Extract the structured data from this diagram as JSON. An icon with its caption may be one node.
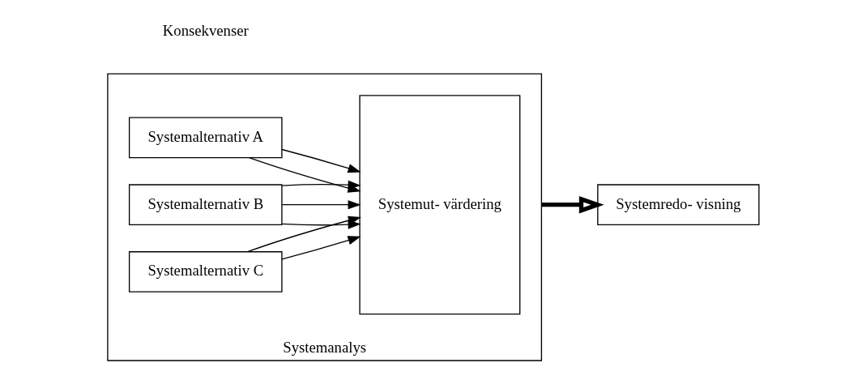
{
  "diagram": {
    "nodes": [
      {
        "text": [
          "Systemanalys"
        ]
      },
      {
        "text": [
          "Systemalternativ A"
        ],
        "in": 0
      },
      {
        "text": [
          "Systemalternativ B"
        ],
        "in": 0
      },
      {
        "text": [
          "Systemalternativ C"
        ],
        "in": 0
      },
      {
        "text": [
          "Systemut- värdering"
        ],
        "in": 0
      },
      {
        "text": [
          "Systemredo- visning"
        ]
      }
    ],
    "edges": [
      {
        "from": 1,
        "to": 4,
        "arrow": "to"
      },
      {
        "from": 1,
        "to": 4,
        "arrow": "to"
      },
      {
        "from": 2,
        "to": 4,
        "arrow": "to"
      },
      {
        "from": 2,
        "to": 4,
        "arrow": "to"
      },
      {
        "from": 2,
        "to": 4,
        "arrow": "to"
      },
      {
        "from": 3,
        "to": 4,
        "arrow": "to"
      },
      {
        "from": 3,
        "to": 4,
        "arrow": "to"
      },
      {
        "from": 0,
        "to": 5,
        "arrow": "to",
        "style": "thick"
      }
    ],
    "labels": [
      "Konsekvenser"
    ]
  }
}
